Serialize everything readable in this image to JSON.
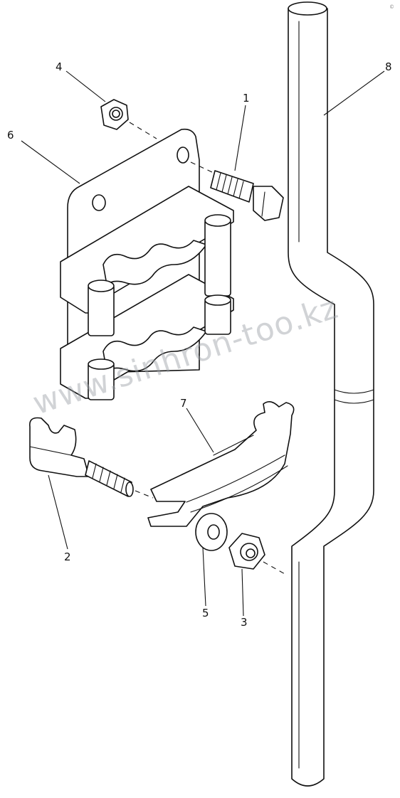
{
  "callouts": {
    "c1": "1",
    "c2": "2",
    "c3": "3",
    "c4": "4",
    "c5": "5",
    "c6": "6",
    "c7": "7",
    "c8": "8"
  },
  "watermark": "www.sinhron-too.kz",
  "corner_mark": "©"
}
